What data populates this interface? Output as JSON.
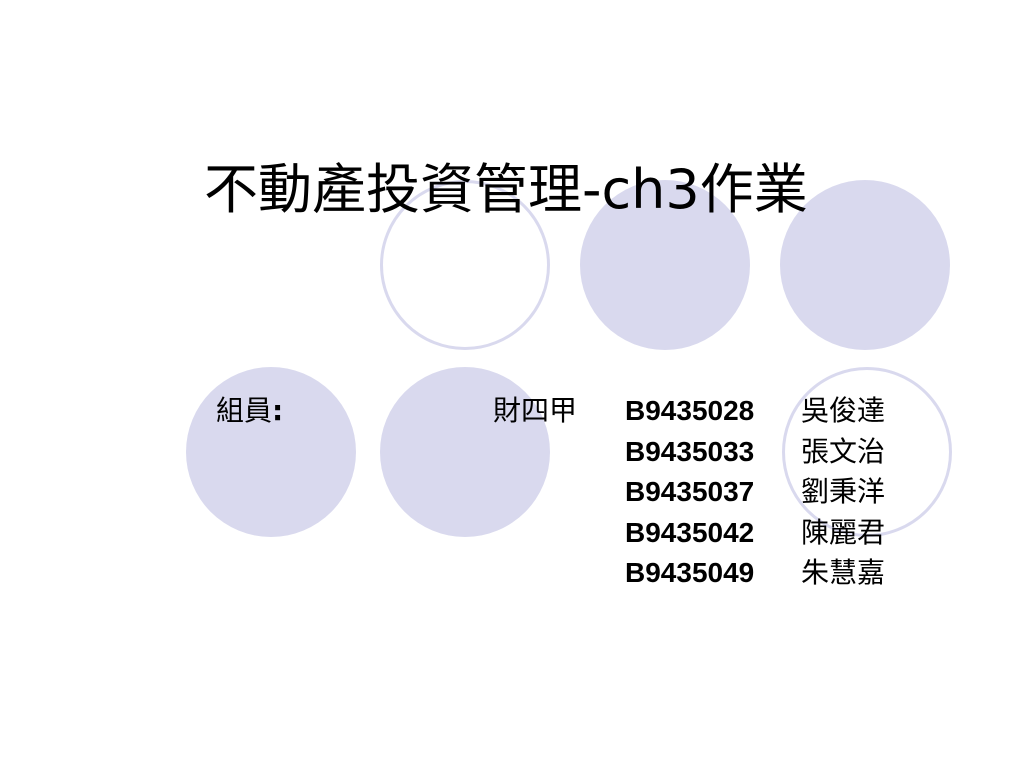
{
  "slide": {
    "title": "不動產投資管理-ch3作業",
    "members_label": "組員",
    "members_colon": ":",
    "class_name": "財四甲",
    "members": [
      {
        "id": "B9435028",
        "name": "吳俊達"
      },
      {
        "id": "B9435033",
        "name": "張文治"
      },
      {
        "id": "B9435037",
        "name": "劉秉洋"
      },
      {
        "id": "B9435042",
        "name": "陳麗君"
      },
      {
        "id": "B9435049",
        "name": "朱慧嘉"
      }
    ]
  },
  "colors": {
    "background": "#ffffff",
    "circle_fill": "#d9d9ee",
    "text": "#000000"
  }
}
